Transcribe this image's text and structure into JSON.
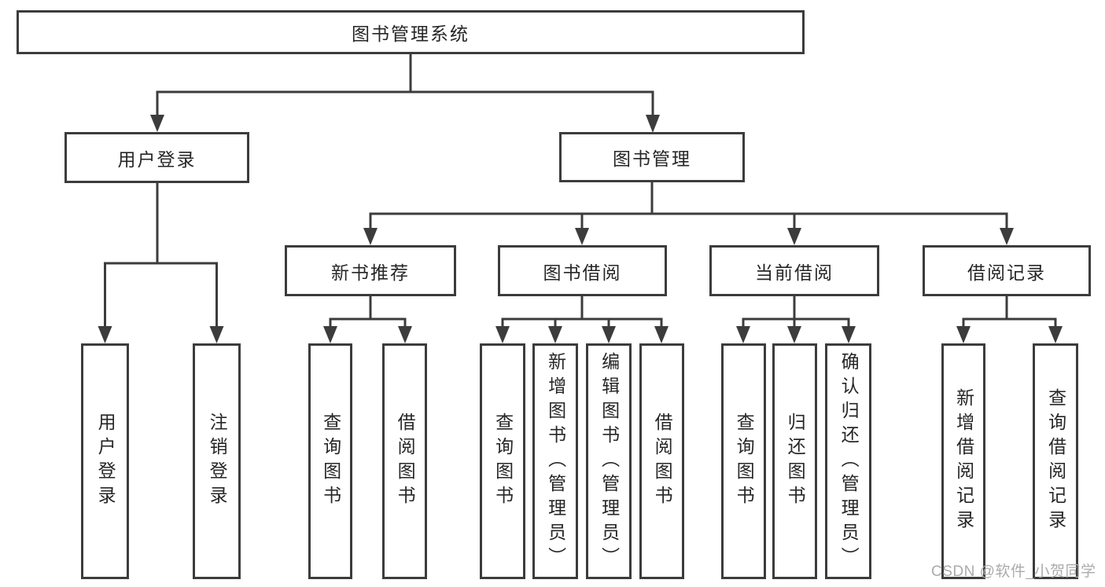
{
  "tree": {
    "root": {
      "label": "图书管理系统",
      "children": [
        {
          "label": "用户登录",
          "children": [
            {
              "label": "用户登录"
            },
            {
              "label": "注销登录"
            }
          ]
        },
        {
          "label": "图书管理",
          "children": [
            {
              "label": "新书推荐",
              "children": [
                {
                  "label": "查询图书"
                },
                {
                  "label": "借阅图书"
                }
              ]
            },
            {
              "label": "图书借阅",
              "children": [
                {
                  "label": "查询图书"
                },
                {
                  "label": "新增图书（管理员）"
                },
                {
                  "label": "编辑图书（管理员）"
                },
                {
                  "label": "借阅图书"
                }
              ]
            },
            {
              "label": "当前借阅",
              "children": [
                {
                  "label": "查询图书"
                },
                {
                  "label": "归还图书"
                },
                {
                  "label": "确认归还（管理员）"
                }
              ]
            },
            {
              "label": "借阅记录",
              "children": [
                {
                  "label": "新增借阅记录"
                },
                {
                  "label": "查询借阅记录"
                }
              ]
            }
          ]
        }
      ]
    }
  },
  "watermark": {
    "text": "CSDN @软件_小贺同学"
  },
  "colors": {
    "line": "#3c3c3c",
    "text": "#262626",
    "watermark": "#ababab"
  }
}
